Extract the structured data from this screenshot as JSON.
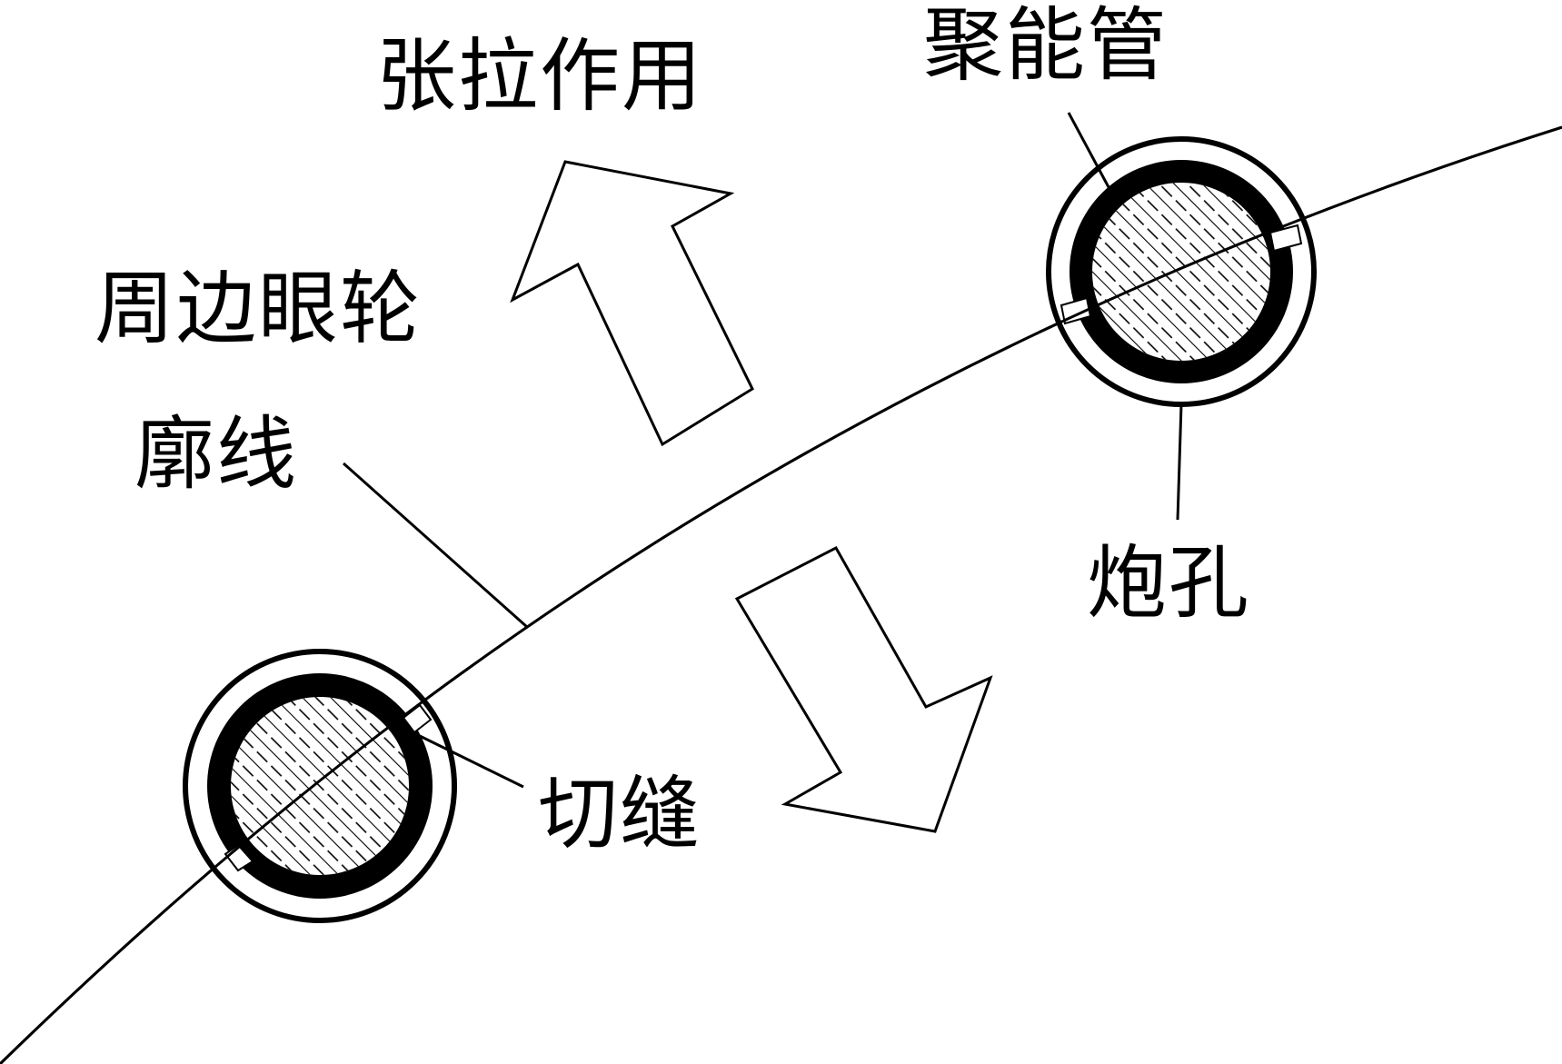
{
  "labels": {
    "tension": "张拉作用",
    "energy_tube": "聚能管",
    "contour_line_1": "周边眼轮",
    "contour_line_2": "廓线",
    "blast_hole": "炮孔",
    "slit": "切缝"
  },
  "colors": {
    "ink": "#000000",
    "paper": "#ffffff"
  }
}
